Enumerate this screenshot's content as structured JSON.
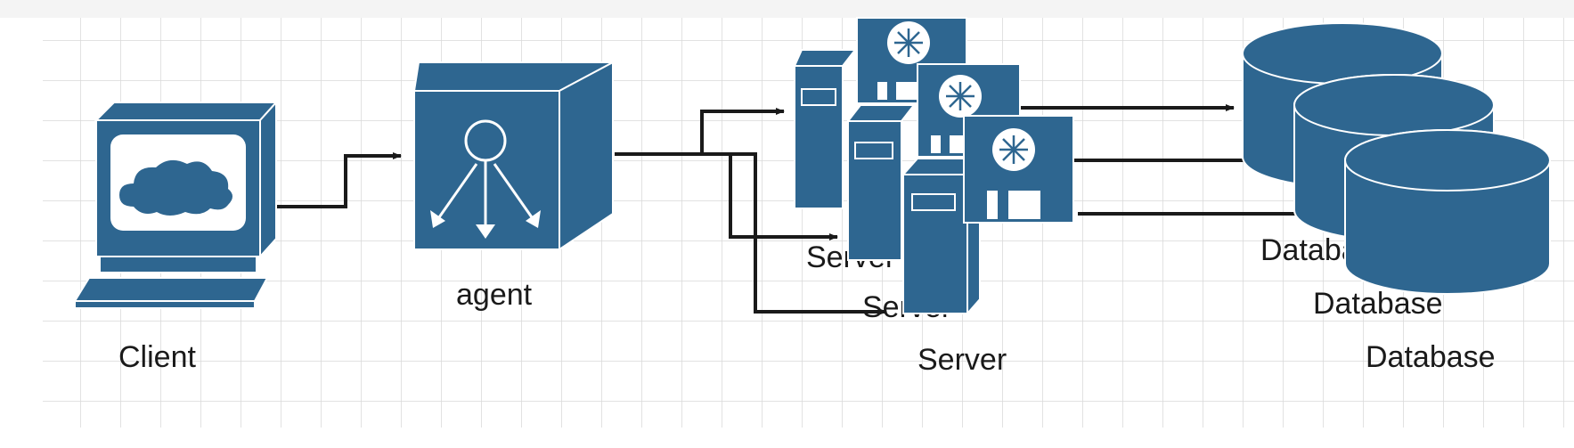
{
  "colors": {
    "shape_fill": "#2e6690",
    "shape_edge": "#ffffff",
    "edge": "#1a1a1a",
    "grid": "#d9d9d9",
    "top_band": "#f4f4f4"
  },
  "nodes": {
    "client": {
      "label": "Client",
      "icon": "computer-monitor-icon"
    },
    "agent": {
      "label": "agent",
      "icon": "load-balancer-icon"
    },
    "servers": [
      {
        "label": "Server",
        "icon": "server-icon"
      },
      {
        "label": "Server",
        "icon": "server-icon"
      },
      {
        "label": "Server",
        "icon": "server-icon"
      }
    ],
    "databases": [
      {
        "label": "Database",
        "icon": "database-cylinder-icon"
      },
      {
        "label": "Database",
        "icon": "database-cylinder-icon"
      },
      {
        "label": "Database",
        "icon": "database-cylinder-icon"
      }
    ]
  },
  "edges": [
    {
      "from": "client",
      "to": "agent"
    },
    {
      "from": "agent",
      "to": "server-1"
    },
    {
      "from": "agent",
      "to": "server-2"
    },
    {
      "from": "agent",
      "to": "server-3"
    },
    {
      "from": "server-1",
      "to": "database-1"
    },
    {
      "from": "server-2",
      "to": "database-2"
    },
    {
      "from": "server-3",
      "to": "database-3"
    }
  ]
}
